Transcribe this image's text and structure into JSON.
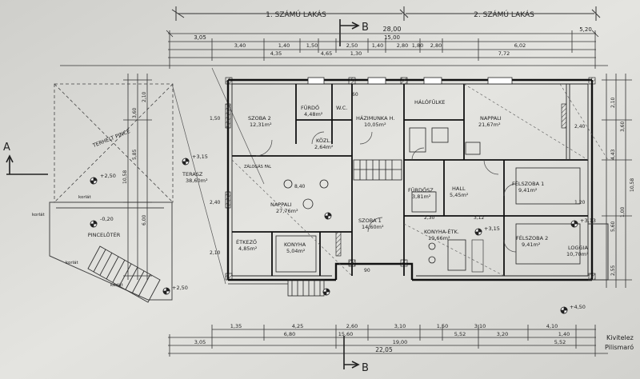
{
  "header": {
    "apartment_1": "1. SZÁMÚ LAKÁS",
    "apartment_2": "2. SZÁMÚ LAKÁS",
    "section_b": "B",
    "section_a": "A"
  },
  "dims_top": {
    "overall": "28,00",
    "row2": [
      "3,05",
      "15,00",
      "5,20"
    ],
    "row3": [
      "3,40",
      "1,40",
      "1,50",
      "2,50",
      "1,40",
      "2,80",
      "1,80",
      "2,80",
      "6,02"
    ],
    "row4": [
      "4,35",
      "4,65",
      "1,30",
      "7,72"
    ]
  },
  "dims_bottom": {
    "row1": [
      "1,35",
      "4,25",
      "2,60",
      "3,10",
      "1,50",
      "3,10",
      "4,10"
    ],
    "row2": [
      "6,80",
      "15,60",
      "5,52",
      "3,20",
      "1,40"
    ],
    "row3": [
      "3,05",
      "19,00",
      "5,52"
    ],
    "overall": "22,05"
  },
  "dims_left": [
    "3,60",
    "2,10",
    "10,58",
    "5,85",
    "6,00"
  ],
  "dims_right": [
    "2,10",
    "3,60",
    "4,43",
    "10,58",
    "5,60",
    "1,00",
    "2,55"
  ],
  "rooms": [
    {
      "label": "SZOBA 2",
      "area": "12,31m²"
    },
    {
      "label": "FÜRDŐ",
      "area": "4,48m²"
    },
    {
      "label": "W.C.",
      "area": ""
    },
    {
      "label": "HÁZIMUNKA H.",
      "area": "10,05m²"
    },
    {
      "label": "HÁLÓFÜLKE",
      "area": ""
    },
    {
      "label": "NAPPALI",
      "area": "21,67m²"
    },
    {
      "label": "KÖZL.",
      "area": "2,64m²"
    },
    {
      "label": "TERASZ",
      "area": "38,60m²"
    },
    {
      "label": "NAPPALI",
      "area": "27,76m²"
    },
    {
      "label": "SZOBA 1",
      "area": "14,60m²"
    },
    {
      "label": "FÜRDŐSZ.",
      "area": "3,81m²"
    },
    {
      "label": "HALL",
      "area": "5,45m²"
    },
    {
      "label": "FÉLSZOBA 1",
      "area": "9,41m²"
    },
    {
      "label": "ÉTKEZŐ",
      "area": "4,85m²"
    },
    {
      "label": "KONYHA",
      "area": "5,04m²"
    },
    {
      "label": "KONYHA-ÉTK.",
      "area": "19,66m²"
    },
    {
      "label": "FÉLSZOBA 2",
      "area": "9,41m²"
    },
    {
      "label": "LOGGIA",
      "area": "10,70m²"
    }
  ],
  "annotations": {
    "covered_terrace": "TERHELT PINCE",
    "basement_light": "PINCELÖTÉR",
    "wall_note": "ZÁLOGÁS FAL",
    "level_terrace": "+2,50",
    "level_basement": "-0,20",
    "level_right": "+3,13",
    "level_main": "+3,15",
    "level_bottom": "+2,50",
    "level_corner": "+4,50",
    "korlat": "korlát",
    "dim_840": "8,40",
    "dim_230": "2,30",
    "dim_312": "3,12",
    "dim_150": "1,50",
    "dim_120": "1,20",
    "dim_240": "2,40",
    "dim_210": "2,10",
    "dim_90": "90",
    "dim_60": "60",
    "stamp_1": "Kivitelez",
    "stamp_2": "Pilismaró"
  }
}
